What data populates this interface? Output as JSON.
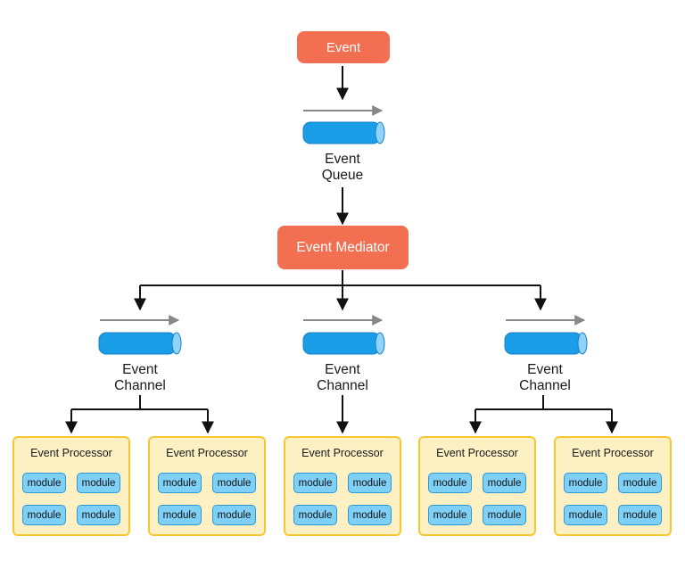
{
  "diagram": {
    "event": "Event",
    "queue": {
      "line1": "Event",
      "line2": "Queue"
    },
    "mediator": "Event Mediator",
    "channels": [
      {
        "line1": "Event",
        "line2": "Channel"
      },
      {
        "line1": "Event",
        "line2": "Channel"
      },
      {
        "line1": "Event",
        "line2": "Channel"
      }
    ],
    "processors": [
      {
        "title": "Event Processor",
        "modules": [
          "module",
          "module",
          "module",
          "module"
        ]
      },
      {
        "title": "Event Processor",
        "modules": [
          "module",
          "module",
          "module",
          "module"
        ]
      },
      {
        "title": "Event Processor",
        "modules": [
          "module",
          "module",
          "module",
          "module"
        ]
      },
      {
        "title": "Event Processor",
        "modules": [
          "module",
          "module",
          "module",
          "module"
        ]
      },
      {
        "title": "Event Processor",
        "modules": [
          "module",
          "module",
          "module",
          "module"
        ]
      }
    ]
  },
  "colors": {
    "event_box": "#f26f52",
    "pipe": "#1a9ee8",
    "pipe_end": "#8fd3fb",
    "flow_arrow": "#888888",
    "processor_fill": "#fdf1c4",
    "processor_border": "#f7c733",
    "module_fill": "#7fd0f6",
    "module_border": "#2d97d3"
  }
}
